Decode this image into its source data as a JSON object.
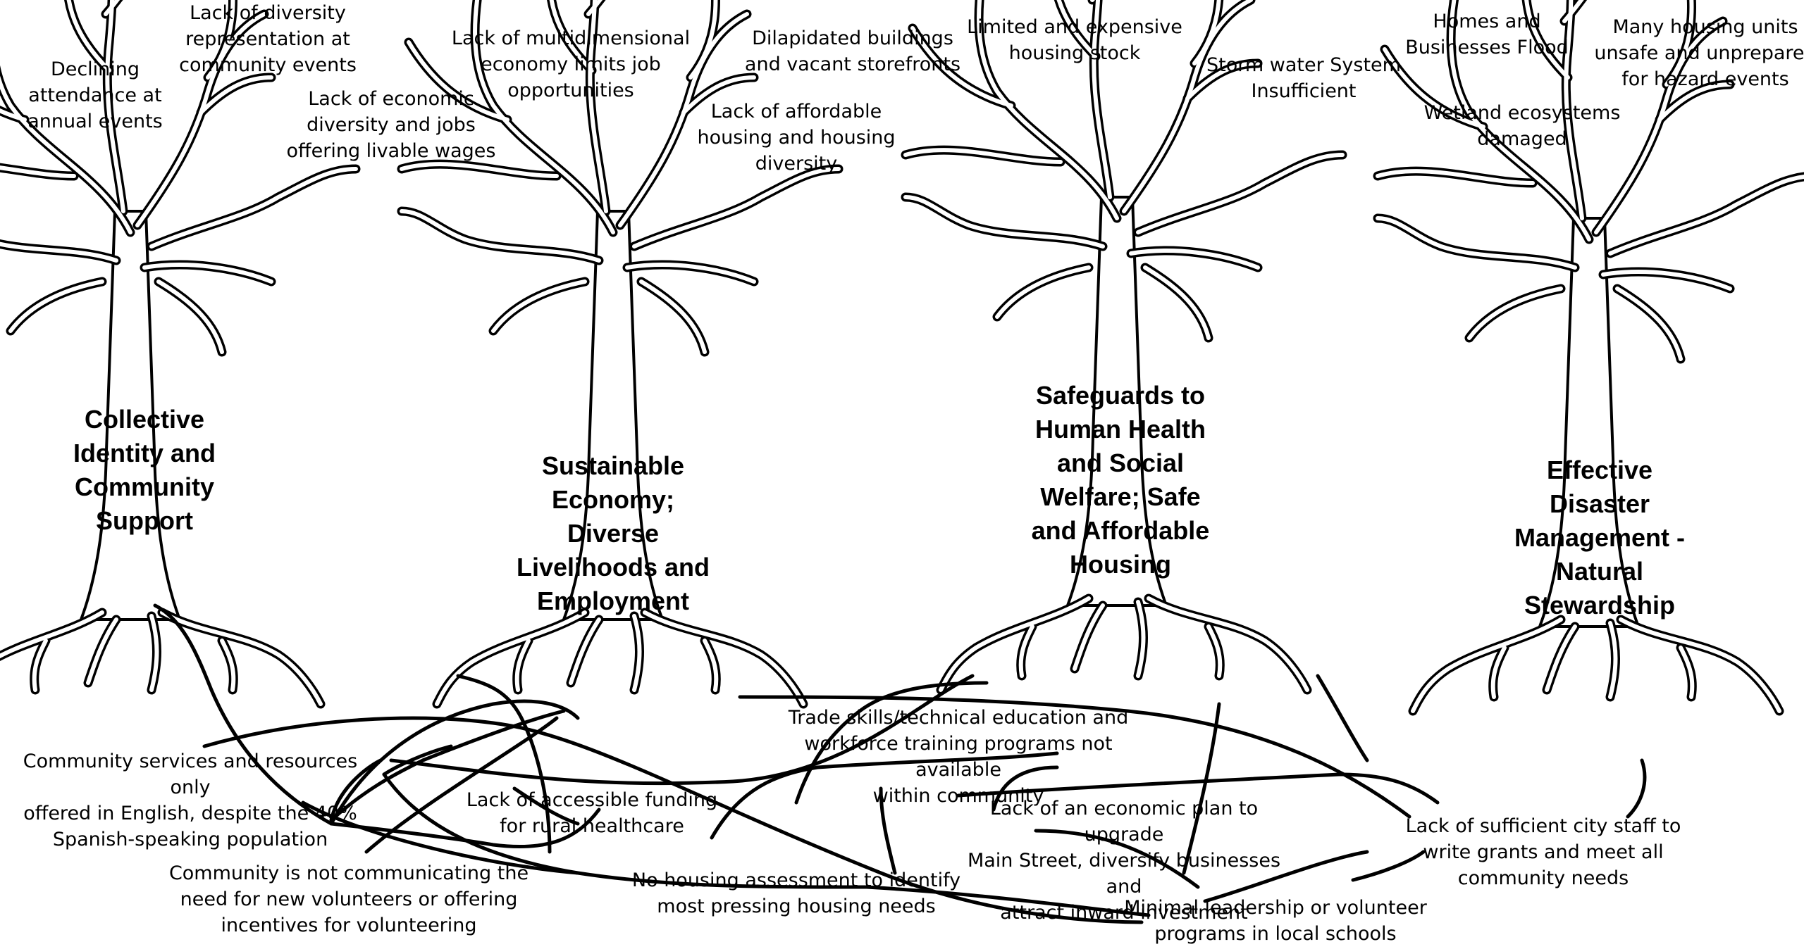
{
  "trees": [
    {
      "id": "t1",
      "title": "Collective\nIdentity and\nCommunity\nSupport"
    },
    {
      "id": "t2",
      "title": "Sustainable\nEconomy;\nDiverse\nLivelihoods and\nEmployment"
    },
    {
      "id": "t3",
      "title": "Safeguards to\nHuman Health\nand Social\nWelfare; Safe\nand Affordable\nHousing"
    },
    {
      "id": "t4",
      "title": "Effective\nDisaster\nManagement -\nNatural\nStewardship"
    }
  ],
  "branch_labels": [
    "Declining\nattendance at\nannual events",
    "Lack of diversity\nrepresentation at\ncommunity events",
    "Lack of economic\ndiversity and jobs\noffering livable wages",
    "Lack of multidimensional\neconomy limits job\nopportunities",
    "Dilapidated buildings\nand vacant storefronts",
    "Lack of affordable\nhousing and housing\ndiversity",
    "Limited and expensive\nhousing stock",
    "Storm water System\nInsufficient",
    "Homes and\nBusinesses Flood",
    "Many housing units\nunsafe and unprepared\nfor hazard events",
    "Wetland ecosystems\ndamaged"
  ],
  "root_labels": [
    "Community services and resources only\noffered in English, despite the 40%\nSpanish-speaking population",
    "Community is not communicating the\nneed for new volunteers or offering\nincentives for volunteering",
    "Lack of accessible funding\nfor rural healthcare",
    "Trade skills/technical education and\nworkforce training programs not available\nwithin community",
    "No housing assessment to identify\nmost pressing housing needs",
    "Lack of an economic plan to upgrade\nMain Street, diversify businesses and\nattract inward investment",
    "Lack of sufficient city staff to\nwrite grants and meet all\ncommunity needs",
    "Minimal leadership or volunteer\nprograms in local schools"
  ]
}
